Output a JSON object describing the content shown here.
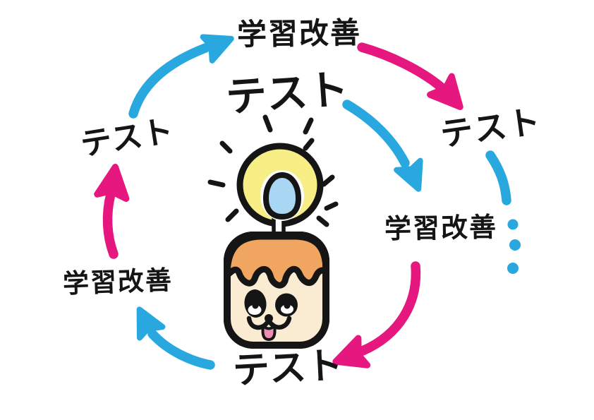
{
  "diagram": {
    "type": "hand-drawn-cycle",
    "labels": {
      "improve_top": "学習改善",
      "test_center": "テスト",
      "test_right": "テスト",
      "improve_right": "学習改善",
      "test_bottom": "テスト",
      "improve_left": "学習改善",
      "test_left": "テスト"
    },
    "arrows": [
      {
        "from": "test_left",
        "to": "improve_top",
        "color": "blue",
        "style": "solid"
      },
      {
        "from": "improve_top",
        "to": "test_right",
        "color": "pink",
        "style": "solid"
      },
      {
        "from": "test_center",
        "to": "improve_right",
        "color": "blue",
        "style": "solid"
      },
      {
        "from": "test_right",
        "to": "improve_right",
        "color": "blue",
        "style": "dotted"
      },
      {
        "from": "improve_right",
        "to": "test_bottom",
        "color": "pink",
        "style": "solid"
      },
      {
        "from": "test_bottom",
        "to": "improve_left",
        "color": "blue",
        "style": "solid"
      },
      {
        "from": "improve_left",
        "to": "test_left",
        "color": "pink",
        "style": "solid"
      }
    ],
    "colors": {
      "arrow_blue": "#29a8e0",
      "arrow_pink": "#e6177e",
      "glow_yellow": "#f8ee86",
      "flame_blue": "#a9d6f2",
      "pudding_caramel": "#f0a660",
      "pudding_cream": "#faebd3",
      "tongue_pink": "#ee8cb3",
      "ink_black": "#151515",
      "background": "#ffffff"
    },
    "icons": {
      "character": "pudding-candle-lightbulb-character",
      "sparkles": "radiating-sparkle-dashes"
    }
  }
}
